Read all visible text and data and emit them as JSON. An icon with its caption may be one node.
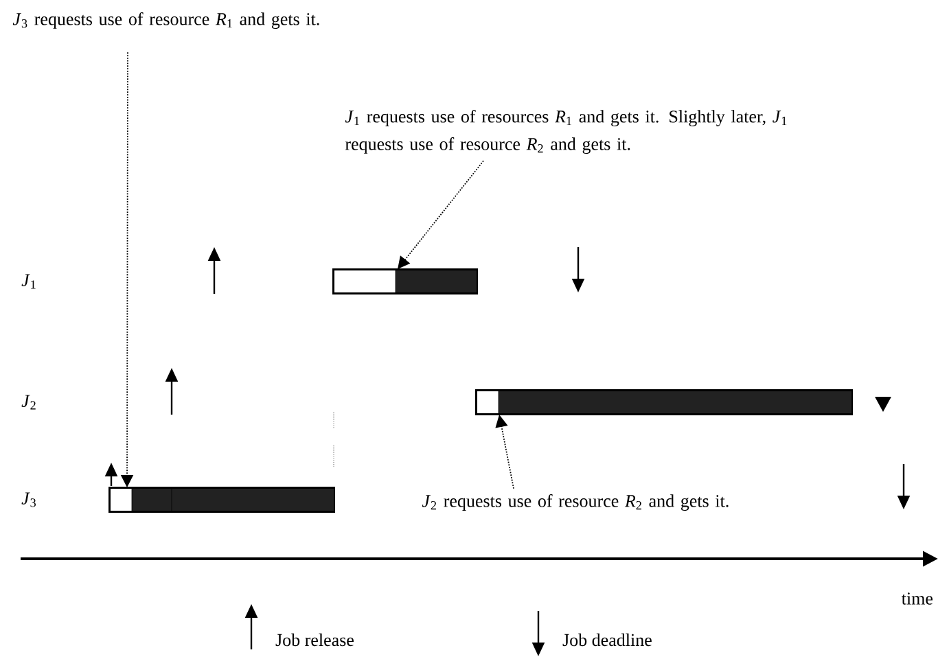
{
  "diagram": {
    "nodes": [
      {
        "text": [
          "*J*$_{3}$ requests use of resource *R*$_{1}$ and gets it."
        ]
      },
      {
        "text": [
          "*J*$_{1}$ requests use of resources *R*$_{1}$ and gets it. Slightly later, *J*$_{1}$ requests use of resource *R*$_{2}$ and gets it."
        ]
      },
      {
        "text": [
          "*J*$_{2}$ requests use of resource *R*$_{2}$ and gets it."
        ]
      },
      {
        "text": [],
        "shape": "bar"
      },
      {
        "text": [],
        "shape": "bar"
      },
      {
        "text": [],
        "shape": "bar"
      }
    ],
    "edges": [
      {
        "from": 0,
        "to": 5,
        "arrow": "to",
        "style": "dashed"
      },
      {
        "from": 1,
        "to": 3,
        "arrow": "to",
        "style": "dashed"
      },
      {
        "from": 2,
        "to": 4,
        "arrow": "to",
        "style": "dashed"
      }
    ],
    "labels": [
      "*J*$_{1}$",
      "*J*$_{2}$",
      "*J*$_{3}$",
      "time"
    ],
    "legend": [
      {
        "text": "Job release"
      },
      {
        "text": "Job deadline"
      }
    ]
  }
}
